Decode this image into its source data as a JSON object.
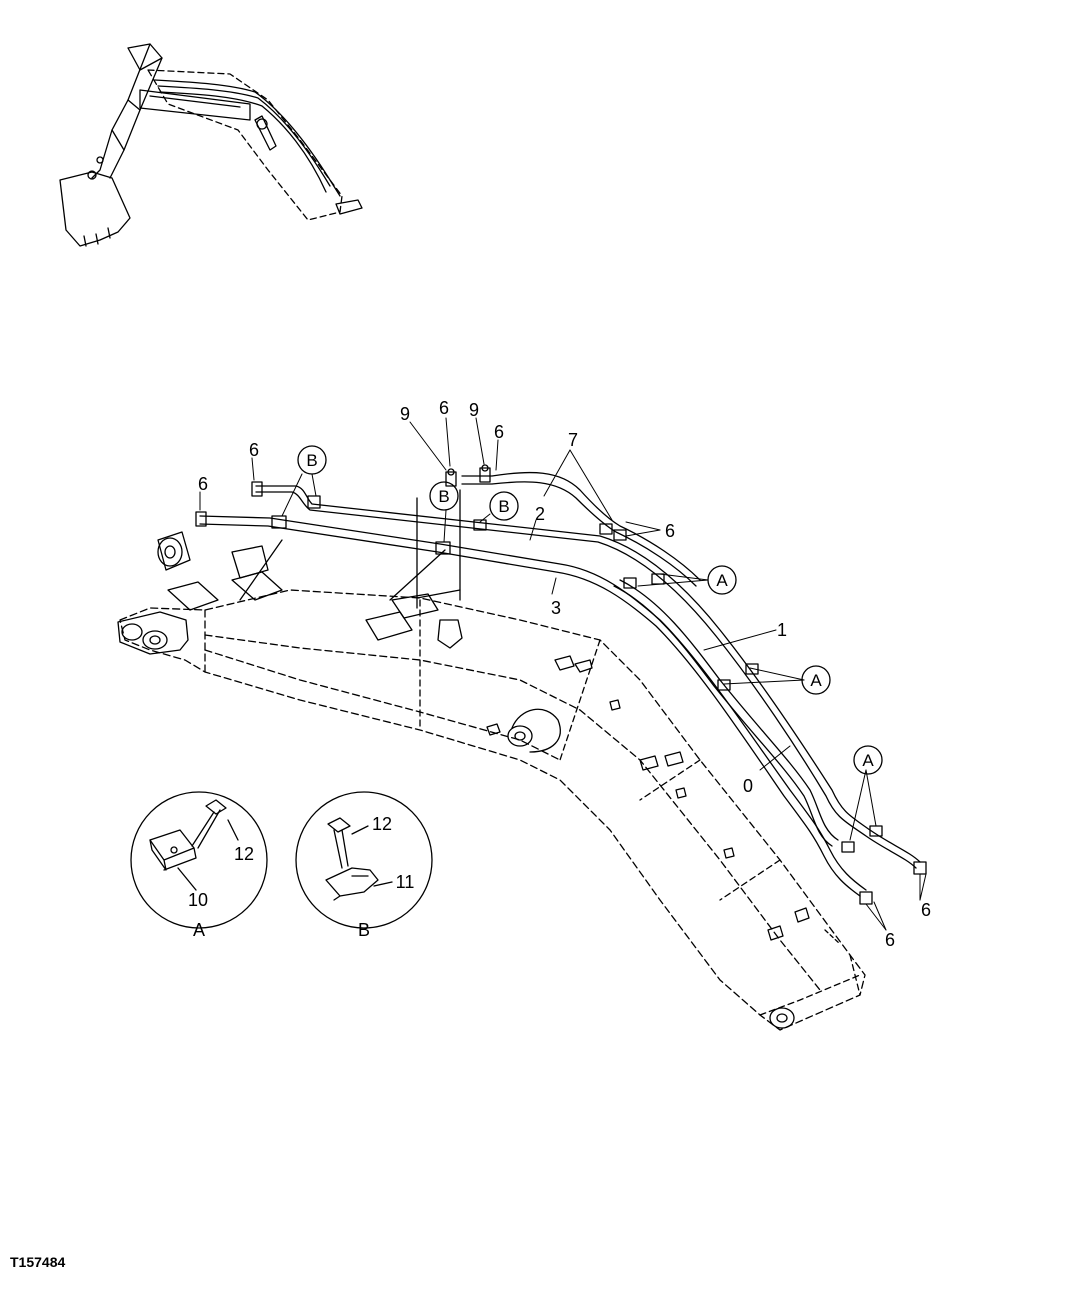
{
  "figure_id": "T157484",
  "callouts": {
    "c1": "1",
    "c2": "2",
    "c3": "3",
    "c6a": "6",
    "c6b": "6",
    "c6c": "6",
    "c6d": "6",
    "c6e": "6",
    "c6f": "6",
    "c6g": "6",
    "c7": "7",
    "c9a": "9",
    "c9b": "9",
    "c0": "0"
  },
  "detail_refs": {
    "A": "A",
    "B": "B"
  },
  "detail_a": {
    "label": "A",
    "part_bracket": "10",
    "part_bolt": "12"
  },
  "detail_b": {
    "label": "B",
    "part_clamp": "11",
    "part_bolt": "12"
  }
}
